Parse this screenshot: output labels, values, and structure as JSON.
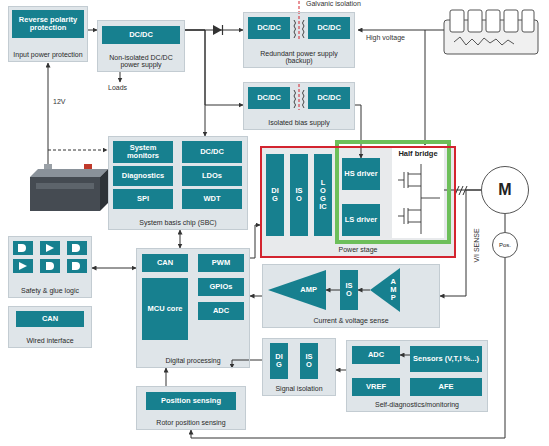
{
  "diagram": {
    "nodes": [
      {
        "text": [
          "Input power protection"
        ]
      },
      {
        "text": [
          "Reverse polarity protection"
        ],
        "in": 0
      },
      {
        "text": [
          "Non-isolated DC/DC power supply"
        ]
      },
      {
        "text": [
          "DC/DC"
        ],
        "in": 2
      },
      {
        "text": [
          "Redundant power supply (backup)"
        ]
      },
      {
        "text": [
          "DC/DC"
        ],
        "in": 4
      },
      {
        "text": [
          "DC/DC"
        ],
        "in": 4
      },
      {
        "text": [
          "Isolated bias supply"
        ]
      },
      {
        "text": [
          "DC/DC"
        ],
        "in": 7
      },
      {
        "text": [
          "DC/DC"
        ],
        "in": 7
      },
      {
        "text": [
          "System basis chip (SBC)"
        ]
      },
      {
        "text": [
          "System monitors"
        ],
        "in": 10
      },
      {
        "text": [
          "DC/DC"
        ],
        "in": 10
      },
      {
        "text": [
          "Diagnostics"
        ],
        "in": 10
      },
      {
        "text": [
          "LDOs"
        ],
        "in": 10
      },
      {
        "text": [
          "SPI"
        ],
        "in": 10
      },
      {
        "text": [
          "WDT"
        ],
        "in": 10
      },
      {
        "text": [
          "Safety & glue logic"
        ]
      },
      {
        "text": [
          "Power stage"
        ]
      },
      {
        "text": [
          "DIG"
        ],
        "in": 18
      },
      {
        "text": [
          "ISO"
        ],
        "in": 18
      },
      {
        "text": [
          "LOGIC"
        ],
        "in": 18
      },
      {
        "text": [
          "HS driver"
        ],
        "in": 18
      },
      {
        "text": [
          "LS driver"
        ],
        "in": 18
      },
      {
        "text": [
          "Half bridge"
        ],
        "in": 18
      },
      {
        "text": [
          "M"
        ]
      },
      {
        "text": [
          "Pos."
        ]
      },
      {
        "text": [
          "Digital processing"
        ]
      },
      {
        "text": [
          "CAN"
        ],
        "in": 27
      },
      {
        "text": [
          "PWM"
        ],
        "in": 27
      },
      {
        "text": [
          "MCU core"
        ],
        "in": 27
      },
      {
        "text": [
          "GPIOs"
        ],
        "in": 27
      },
      {
        "text": [
          "ADC"
        ],
        "in": 27
      },
      {
        "text": [
          "Current & voltage sense"
        ]
      },
      {
        "text": [
          "AMP"
        ],
        "in": 33
      },
      {
        "text": [
          "ISO"
        ],
        "in": 33
      },
      {
        "text": [
          "AMP"
        ],
        "in": 33
      },
      {
        "text": [
          "Wired interface"
        ]
      },
      {
        "text": [
          "CAN"
        ],
        "in": 37
      },
      {
        "text": [
          "Signal isolation"
        ]
      },
      {
        "text": [
          "DIG"
        ],
        "in": 39
      },
      {
        "text": [
          "ISO"
        ],
        "in": 39
      },
      {
        "text": [
          "Self-diagnostics/monitoring"
        ]
      },
      {
        "text": [
          "ADC"
        ],
        "in": 42
      },
      {
        "text": [
          "Sensors (V,T,I %...)"
        ],
        "in": 42
      },
      {
        "text": [
          "VREF"
        ],
        "in": 42
      },
      {
        "text": [
          "AFE"
        ],
        "in": 42
      },
      {
        "text": [
          "Rotor position sensing"
        ]
      },
      {
        "text": [
          "Position sensing"
        ],
        "in": 47
      }
    ],
    "edges": [
      {
        "from": 0,
        "to": 2,
        "arrow": "to"
      },
      {
        "from": 2,
        "to": 4,
        "arrow": "to"
      },
      {
        "from": 2,
        "to": 10,
        "arrow": "to"
      },
      {
        "from": 2,
        "to": 7,
        "arrow": "to"
      },
      {
        "from": 7,
        "to": 22,
        "arrow": "to"
      },
      {
        "from": 10,
        "to": 27,
        "arrow": "both"
      },
      {
        "from": 17,
        "to": 27,
        "arrow": "both"
      },
      {
        "from": 27,
        "to": 18,
        "arrow": "to"
      },
      {
        "from": 33,
        "to": 27,
        "arrow": "to"
      },
      {
        "from": 24,
        "to": 25,
        "arrow": "none"
      },
      {
        "from": 25,
        "to": 26,
        "arrow": "none"
      },
      {
        "from": 25,
        "to": 33,
        "arrow": "to"
      },
      {
        "from": 26,
        "to": 47,
        "arrow": "to"
      },
      {
        "from": 47,
        "to": 27,
        "arrow": "to"
      },
      {
        "from": 39,
        "to": 27,
        "arrow": "to"
      },
      {
        "from": 42,
        "to": 39,
        "arrow": "to"
      },
      {
        "from": 36,
        "to": 35,
        "arrow": "to"
      },
      {
        "from": 35,
        "to": 34,
        "arrow": "to"
      },
      {
        "from": 44,
        "to": 43,
        "arrow": "to"
      }
    ],
    "labels": [
      "Galvanic isolation",
      "High voltage",
      "12V",
      "Loads",
      "V/I SENSE"
    ]
  }
}
